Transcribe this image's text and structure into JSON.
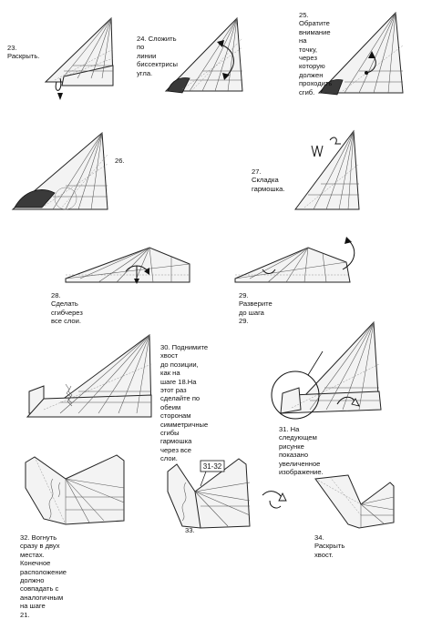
{
  "steps": [
    {
      "id": "23",
      "caption": "23. Раскрыть."
    },
    {
      "id": "24",
      "caption": "24. Сложить по\nлинии биссектрисы\nугла."
    },
    {
      "id": "25",
      "caption": "25. Обратите\nвнимание на\nточку, через\nкоторую должен\nпроходить сгиб."
    },
    {
      "id": "26",
      "caption": "26."
    },
    {
      "id": "27",
      "caption": "27. Складка\nгармошка."
    },
    {
      "id": "28",
      "caption": "28. Сделать сгибчерез все слои."
    },
    {
      "id": "29",
      "caption": "29. Разверите до шага 29."
    },
    {
      "id": "30",
      "caption": "30. Поднимите хвост\nдо позиции, как на\nшаге 18.На этот раз\nсделайте по обеим\nсторонам\nсимметричные сгибы\nгармошка через все\nслои."
    },
    {
      "id": "31",
      "caption": "31. На следующем рисунке\nпоказано увеличенное\nизображение."
    },
    {
      "id": "32",
      "caption": "32. Вогнуть сразу в двух местах.\nКонечное расположение должно\nсовпадать с аналогичным на шаге\n21."
    },
    {
      "id": "33",
      "caption": "33."
    },
    {
      "id": "34",
      "caption": "34. Раскрыть хвост."
    }
  ],
  "figure_labels": {
    "step33_ref": "31-32"
  }
}
